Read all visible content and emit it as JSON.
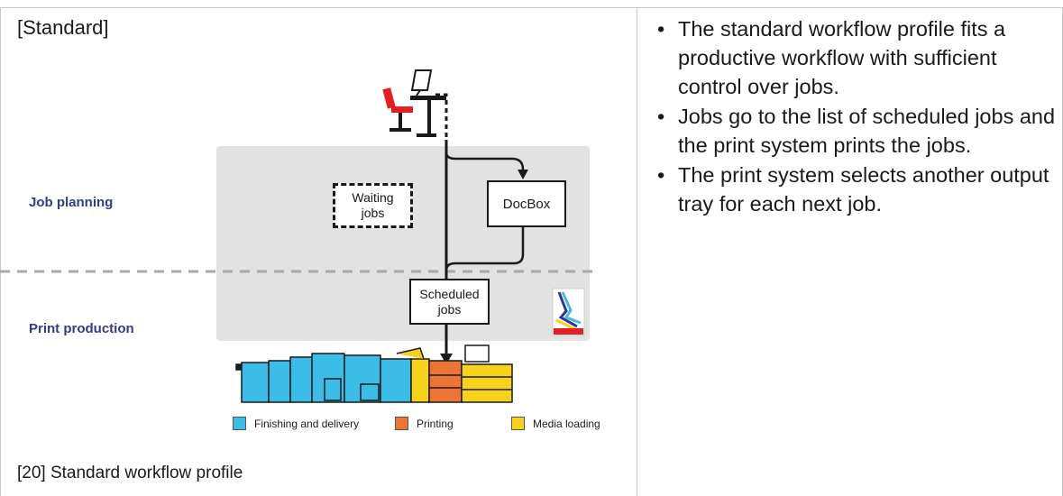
{
  "figure": {
    "tag": "[Standard]",
    "caption": "[20] Standard workflow profile",
    "lanes": {
      "job_planning": "Job planning",
      "print_production": "Print production"
    },
    "nodes": {
      "waiting_jobs": "Waiting jobs",
      "docbox": "DocBox",
      "scheduled_jobs": "Scheduled jobs"
    },
    "legend": [
      {
        "label": "Finishing and delivery",
        "color": "#3cbde8"
      },
      {
        "label": "Printing",
        "color": "#ee7433"
      },
      {
        "label": "Media loading",
        "color": "#f6d21a"
      }
    ],
    "colors": {
      "panel": "#e2e2e3",
      "divider": "#a8a8a8",
      "lane_label": "#2f3e87",
      "chair": "#e31e24"
    }
  },
  "bullets": [
    "The standard workflow profile fits a productive workflow with suffi­cient control over jobs.",
    "Jobs go to the list of scheduled jobs and the print system prints the jobs.",
    "The print system selects another output tray for each next job."
  ]
}
